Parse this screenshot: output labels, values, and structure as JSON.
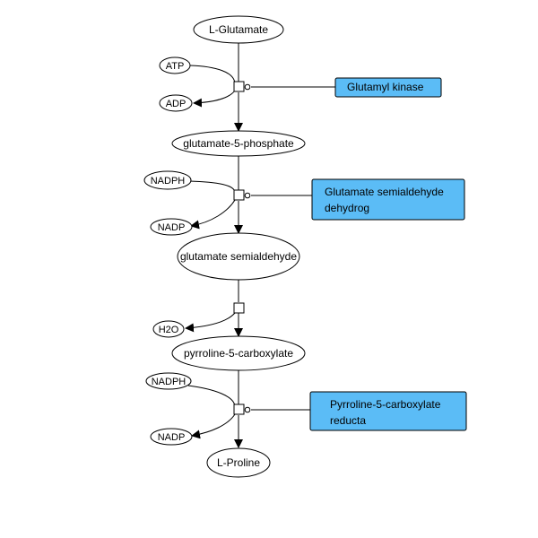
{
  "colors": {
    "enzyme_fill": "#5bbcf6",
    "line": "#000000",
    "background": "#ffffff"
  },
  "metabolites": {
    "l_glutamate": "L-Glutamate",
    "atp": "ATP",
    "adp": "ADP",
    "glutamate_5_phosphate": "glutamate-5-phosphate",
    "nadph_1": "NADPH",
    "nadp_1": "NADP",
    "glutamate_semialdehyde": "glutamate semialdehyde",
    "h2o": "H2O",
    "pyrroline_5_carboxylate": "pyrroline-5-carboxylate",
    "nadph_2": "NADPH",
    "nadp_2": "NADP",
    "l_proline": "L-Proline"
  },
  "enzymes": {
    "glutamyl_kinase": [
      "Glutamyl kinase"
    ],
    "glutamate_semialdehyde_dehydrog": [
      "Glutamate semialdehyde",
      "dehydrog"
    ],
    "pyrroline_5_carboxylate_reducta": [
      "Pyrroline-5-carboxylate",
      "reducta"
    ]
  }
}
